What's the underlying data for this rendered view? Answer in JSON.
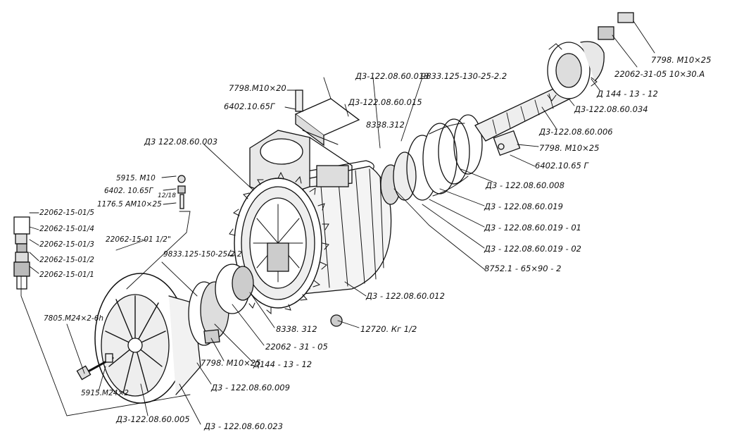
{
  "labels": {
    "l01": "7798. М10×25",
    "l02": "22062-31-05 10×30.A",
    "l03": "Д 144 - 13 - 12",
    "l04": "Д3-122.08.60.034",
    "l05": "Д3-122.08.60.006",
    "l06": "7798. М10×25",
    "l07": "6402.10.65 Г",
    "l08": "Д3 - 122.08.60.008",
    "l09": "Д3 - 122.08.60.019",
    "l10": "Д3 - 122.08.60.019 - 01",
    "l11": "Д3 - 122.08.60.019 - 02",
    "l12": "8752.1 - 65×90 - 2",
    "l13": "Д3 - 122.08.60.012",
    "l14": "12720. Кг 1/2",
    "l15": "8338. 312",
    "l16": "22062 - 31 - 05",
    "l17": "Д144 - 13 - 12",
    "l18": "7798. М10×25",
    "l19": "Д3 - 122.08.60.009",
    "l20": "Д3 - 122.08.60.023",
    "l21": "Д3-122.08.60.005",
    "l22": "5915.М24×2",
    "l23": "7805.М24×2-6h",
    "l24": "9833.125-150-25-2.2",
    "l25": "22062-15-01/5",
    "l26": "22062-15-01/4",
    "l27": "22062-15-01/3",
    "l28": "22062-15-01/2",
    "l29": "22062-15-01/1",
    "l30": "22062-15-01 1/2\"",
    "l31": "5915. М10",
    "l32": "6402. 10.65Г",
    "l33": "1176.5 АМ10×25",
    "l33frac": "12/18",
    "l34": "Д3 122.08.60.003",
    "l35": "7798.М10×20",
    "l36": "6402.10.65Г",
    "l37": "Д3-122.08.60.013",
    "l38": "Д3-122.08.60.015",
    "l39": "9833.125-130-25-2.2",
    "l40": "8338.312"
  }
}
